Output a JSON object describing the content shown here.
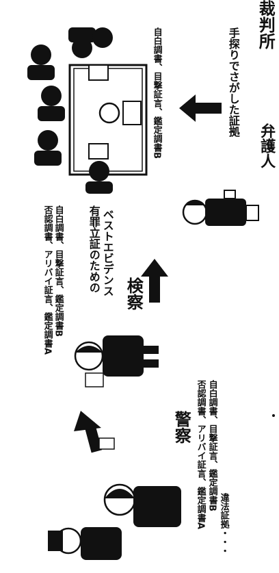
{
  "court": {
    "label": "裁判所",
    "doc_line1": "自白調書、目撃証言、鑑定調書B"
  },
  "lawyer": {
    "label": "弁護人",
    "caption": "手探りでさがした証拠"
  },
  "prosecutor": {
    "label": "検察",
    "best_evidence_line1": "有罪立証のための",
    "best_evidence_line2": "ベストエビデンス",
    "evidence_line1": "否認調書、アリバイ証言、鑑定調書A",
    "evidence_line2": "自白調書、目撃証言、鑑定調書B"
  },
  "police": {
    "label": "警察",
    "evidence_line1": "否認調書、アリバイ証言、鑑定調書A",
    "evidence_line2": "自白調書、目撃証言、鑑定調書B",
    "evidence_line3": "違法証拠・・・"
  }
}
